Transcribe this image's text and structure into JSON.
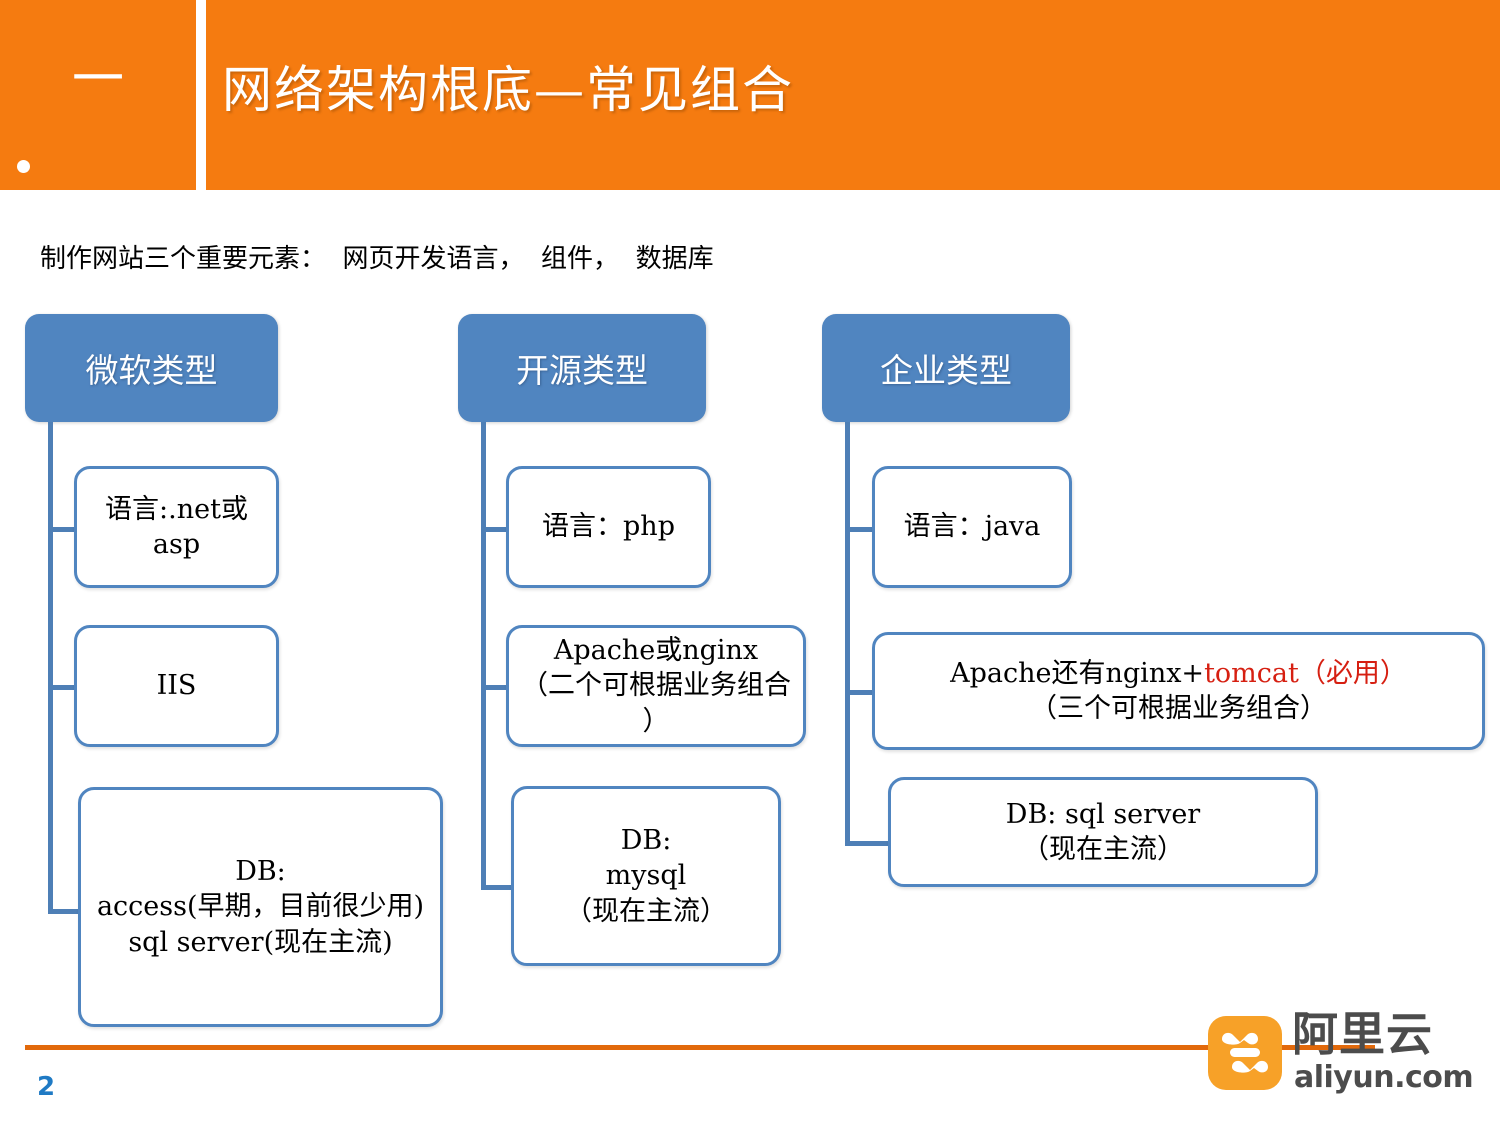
{
  "header": {
    "section_number": "一",
    "title": "网络架构根底—常见组合",
    "orange": "#F57B10"
  },
  "subtitle": "制作网站三个重要元素：  网页开发语言，  组件，  数据库",
  "columns": [
    {
      "head": "微软类型",
      "nodes": [
        {
          "text": "语言:.net或\nasp"
        },
        {
          "text": "IIS"
        },
        {
          "text": "DB:\naccess(早期，目前很少用)\nsql server(现在主流)"
        }
      ]
    },
    {
      "head": "开源类型",
      "nodes": [
        {
          "text": "语言：php"
        },
        {
          "text": "Apache或nginx\n（二个可根据业务组合\n）"
        },
        {
          "text": "DB:\nmysql\n（现在主流）"
        }
      ]
    },
    {
      "head": "企业类型",
      "nodes": [
        {
          "text_plain_1": "Apache还有nginx+",
          "text_red": "tomcat（必用）",
          "text_plain_2": "\n（三个可根据业务组合）"
        },
        {
          "text": "语言：java"
        },
        {
          "text": "DB:    sql server\n（现在主流）"
        }
      ]
    }
  ],
  "footer": {
    "page_number": "2",
    "rule_color": "#E2690B"
  },
  "logo": {
    "cn": "阿里云",
    "en": "aliyun.com",
    "mark_color": "#F7A128",
    "text_color": "#4C4C4C"
  },
  "theme": {
    "box_blue": "#5085C0",
    "connector_blue": "#4E7FB6",
    "accent_red": "#D61F11",
    "page_num_blue": "#1F7AC4"
  }
}
